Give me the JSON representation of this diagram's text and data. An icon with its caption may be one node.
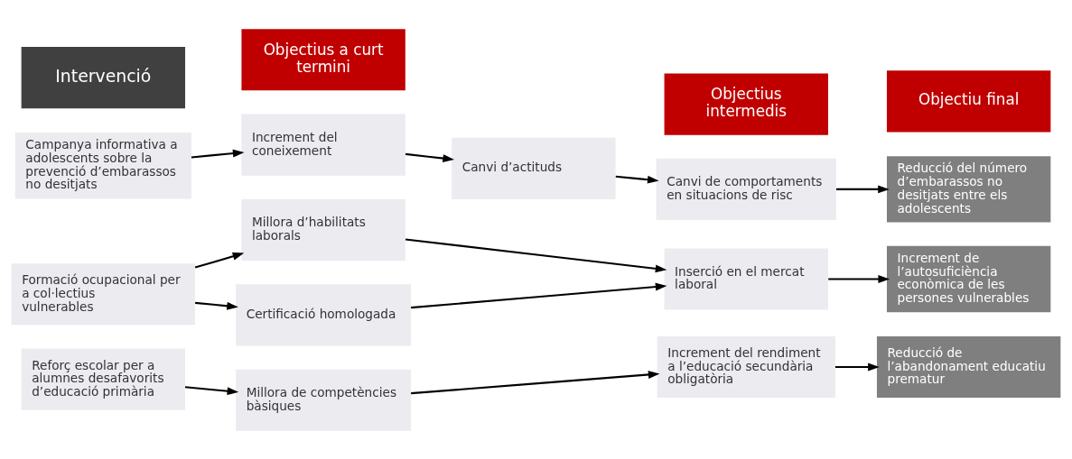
{
  "diagram": {
    "nodes": [
      {
        "text": [
          "Intervenció"
        ]
      },
      {
        "text": [
          "Objectius a curt termini"
        ]
      },
      {
        "text": [
          "Objectius intermedis"
        ]
      },
      {
        "text": [
          "Objectiu final"
        ]
      },
      {
        "text": [
          "Campanya informativa a adolescents sobre la prevenció d’embarassos no desitjats"
        ]
      },
      {
        "text": [
          "Increment del coneixement"
        ]
      },
      {
        "text": [
          "Canvi d’actituds"
        ]
      },
      {
        "text": [
          "Canvi de comportaments en situacions de risc"
        ]
      },
      {
        "text": [
          "Reducció del número d’embarassos no desitjats entre els adolescents"
        ]
      },
      {
        "text": [
          "Formació ocupacional per a col·lectius vulnerables"
        ]
      },
      {
        "text": [
          "Millora d’habilitats laborals"
        ]
      },
      {
        "text": [
          "Certificació homologada"
        ]
      },
      {
        "text": [
          "Inserció en el mercat laboral"
        ]
      },
      {
        "text": [
          "Increment de l’autosuficiència econòmica de les persones vulnerables"
        ]
      },
      {
        "text": [
          "Reforç escolar per a alumnes desafavorits d’educació primària"
        ]
      },
      {
        "text": [
          "Millora de competències bàsiques"
        ]
      },
      {
        "text": [
          "Increment del rendiment a l’educació secundària obligatòria"
        ]
      },
      {
        "text": [
          "Reducció de l’abandonament educatiu prematur"
        ]
      }
    ],
    "edges": [
      {
        "from": 4,
        "to": 5,
        "arrow": "to"
      },
      {
        "from": 5,
        "to": 6,
        "arrow": "to"
      },
      {
        "from": 6,
        "to": 7,
        "arrow": "to"
      },
      {
        "from": 7,
        "to": 8,
        "arrow": "to"
      },
      {
        "from": 9,
        "to": 10,
        "arrow": "to"
      },
      {
        "from": 9,
        "to": 11,
        "arrow": "to"
      },
      {
        "from": 10,
        "to": 12,
        "arrow": "to"
      },
      {
        "from": 11,
        "to": 12,
        "arrow": "to"
      },
      {
        "from": 12,
        "to": 13,
        "arrow": "to"
      },
      {
        "from": 14,
        "to": 15,
        "arrow": "to"
      },
      {
        "from": 15,
        "to": 16,
        "arrow": "to"
      },
      {
        "from": 16,
        "to": 17,
        "arrow": "to"
      }
    ]
  }
}
